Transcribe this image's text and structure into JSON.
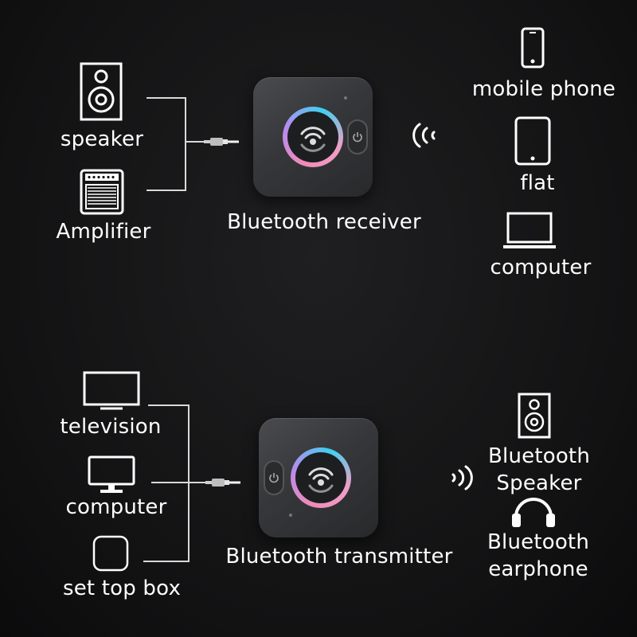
{
  "receiver": {
    "title": "Bluetooth receiver",
    "outputs": [
      {
        "label": "speaker",
        "icon": "speaker-icon"
      },
      {
        "label": "Amplifier",
        "icon": "amplifier-icon"
      }
    ],
    "sources": [
      {
        "label": "mobile phone",
        "icon": "mobile-phone-icon"
      },
      {
        "label": "flat",
        "icon": "tablet-icon"
      },
      {
        "label": "computer",
        "icon": "laptop-icon"
      }
    ]
  },
  "transmitter": {
    "title": "Bluetooth transmitter",
    "sources": [
      {
        "label": "television",
        "icon": "television-icon"
      },
      {
        "label": "computer",
        "icon": "monitor-icon"
      },
      {
        "label": "set top box",
        "icon": "set-top-box-icon"
      }
    ],
    "outputs": [
      {
        "label": "Bluetooth Speaker",
        "icon": "speaker-icon"
      },
      {
        "label": "Bluetooth earphone",
        "icon": "headphones-icon"
      }
    ]
  },
  "colors": {
    "background": "#121213",
    "text": "#ffffff",
    "ring_pink": "#f08ab8",
    "ring_cyan": "#3fd0f0",
    "device": "#3a3b3e"
  }
}
